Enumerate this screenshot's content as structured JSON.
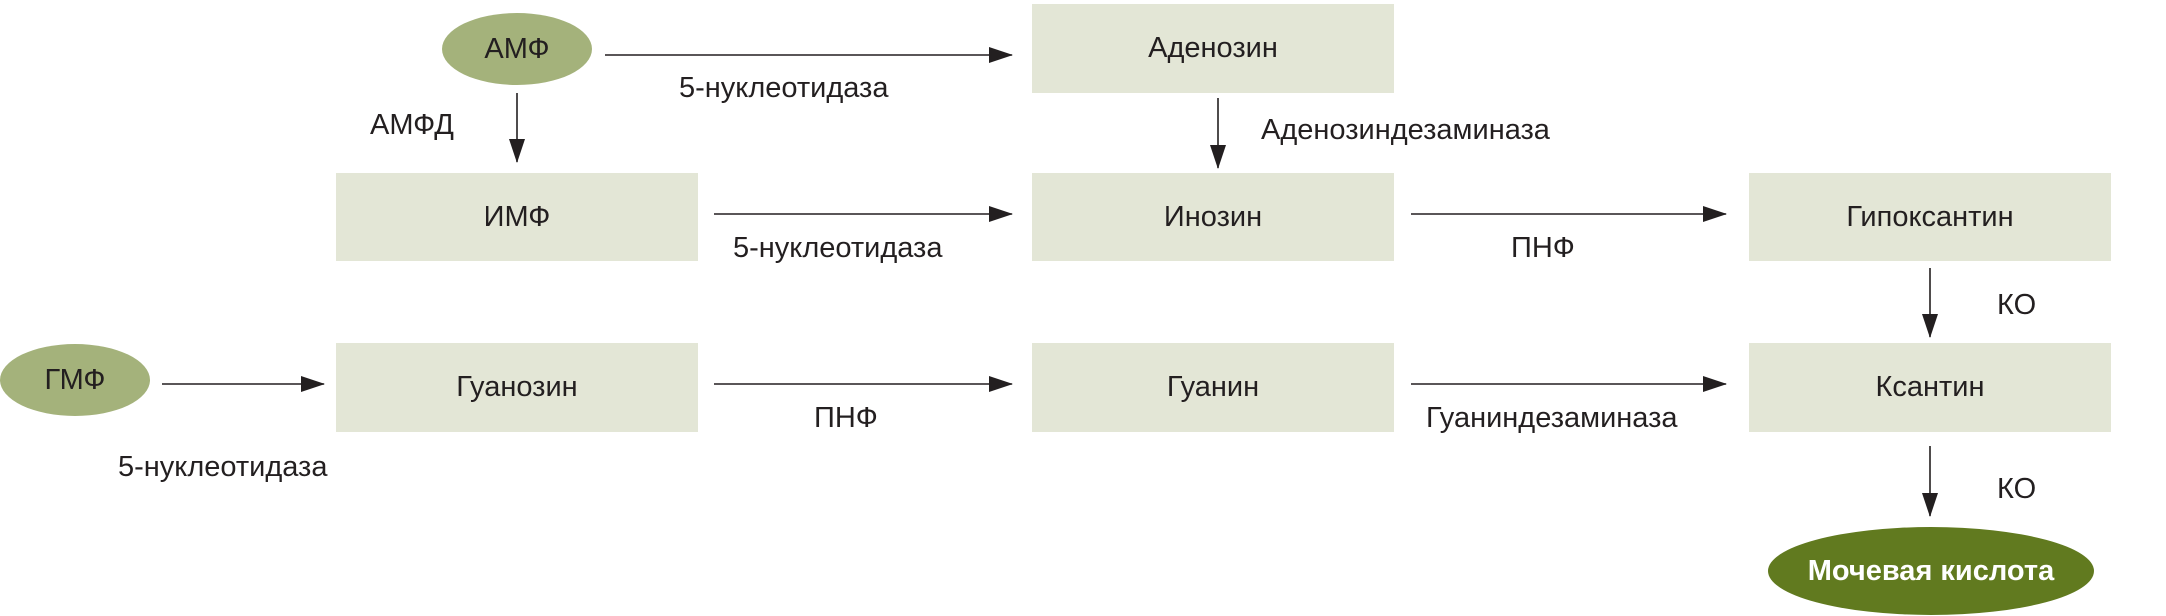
{
  "nodes": {
    "amp": "АМФ",
    "gmp": "ГМФ",
    "adenosine": "Аденозин",
    "imp": "ИМФ",
    "inosine": "Инозин",
    "hypoxanthine": "Гипоксантин",
    "guanosine": "Гуанозин",
    "guanine": "Гуанин",
    "xanthine": "Ксантин",
    "uric_acid": "Мочевая кислота"
  },
  "enzymes": {
    "amp_to_adenosine": "5-нуклеотидаза",
    "amp_to_imp": "АМФД",
    "adenosine_to_inosine": "Аденозиндезаминаза",
    "imp_to_inosine": "5-нуклеотидаза",
    "inosine_to_hypoxanthine": "ПНФ",
    "hypoxanthine_to_xanthine": "КО",
    "gmp_to_guanosine": "5-нуклеотидаза",
    "guanosine_to_guanine": "ПНФ",
    "guanine_to_xanthine": "Гуаниндезаминаза",
    "xanthine_to_uric_acid": "КО"
  },
  "colors": {
    "box_fill": "#e3e6d6",
    "oval_light": "#a4b27b",
    "oval_dark": "#617a1f",
    "arrow": "#231f20"
  }
}
